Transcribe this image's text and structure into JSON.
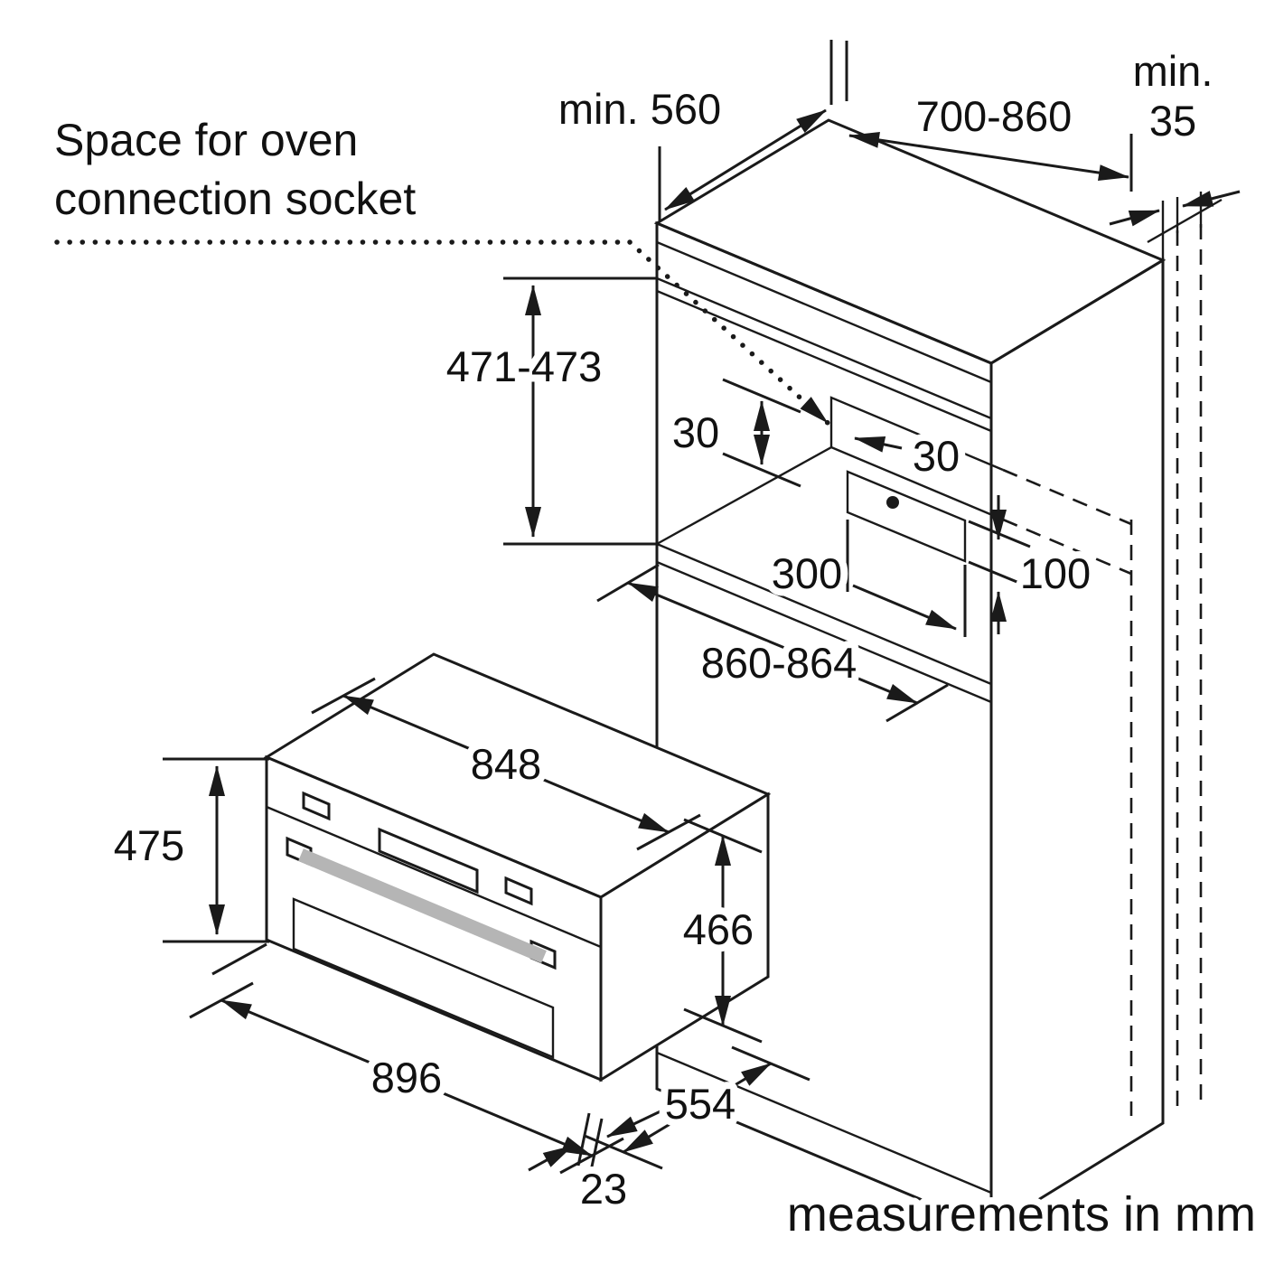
{
  "note": {
    "line1": "Space for oven",
    "line2": "connection socket"
  },
  "footer": "measurements in mm",
  "dimensions": {
    "depth_min": "min. 560",
    "top_range": "700-860",
    "side_min_line1": "min.",
    "side_min_line2": "35",
    "niche_height": "471-473",
    "socket_top_offset": "30",
    "socket_side_offset": "30",
    "socket_width": "300",
    "socket_height": "100",
    "niche_width": "860-864",
    "oven_top_width": "848",
    "oven_front_height": "475",
    "oven_body_height": "466",
    "oven_front_width": "896",
    "door_gap": "23",
    "oven_depth": "554"
  },
  "colors": {
    "line": "#1a1a1a",
    "socket_fill": "#c8c8c8",
    "handle_fill": "#b5b5b5",
    "background": "#ffffff"
  }
}
